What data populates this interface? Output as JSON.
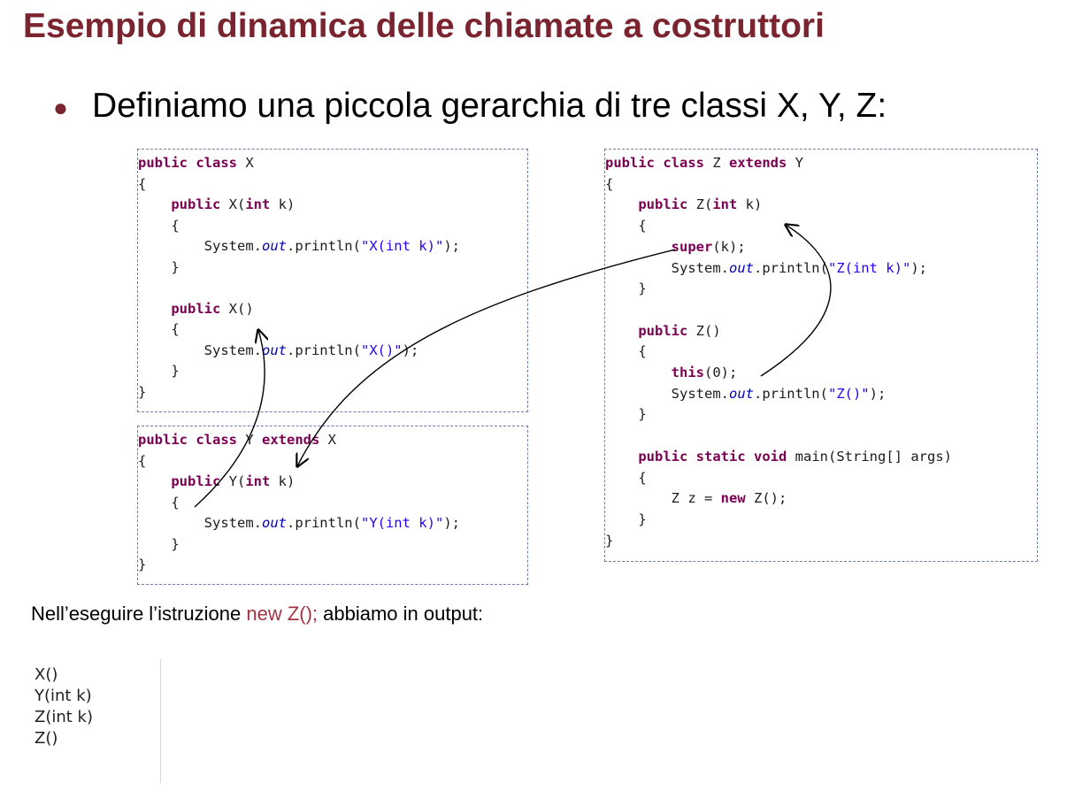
{
  "slide": {
    "title": "Esempio di dinamica delle chiamate a costruttori",
    "bullet": "Definiamo una piccola gerarchia di tre classi X, Y, Z:"
  },
  "class_x": {
    "lines": [
      "public class X",
      "{",
      "    public X(int k)",
      "    {",
      "        System.out.println(\"X(int k)\");",
      "    }",
      "",
      "    public X()",
      "    {",
      "        System.out.println(\"X()\");",
      "    }",
      "}"
    ]
  },
  "class_y": {
    "lines": [
      "public class Y extends X",
      "{",
      "    public Y(int k)",
      "    {",
      "        System.out.println(\"Y(int k)\");",
      "    }",
      "}"
    ]
  },
  "class_z": {
    "lines": [
      "public class Z extends Y",
      "{",
      "    public Z(int k)",
      "    {",
      "        super(k);",
      "        System.out.println(\"Z(int k)\");",
      "    }",
      "",
      "    public Z()",
      "    {",
      "        this(0);",
      "        System.out.println(\"Z()\");",
      "    }",
      "",
      "    public static void main(String[] args)",
      "    {",
      "        Z z = new Z();",
      "    }",
      "}"
    ]
  },
  "output": {
    "intro_before": "Nell’eseguire l’istruzione ",
    "intro_code": "new Z();",
    "intro_after": " abbiamo in output:",
    "lines": [
      "X()",
      "Y(int k)",
      "Z(int k)",
      "Z()"
    ]
  },
  "colors": {
    "title": "#7a2430",
    "keyword": "#7b0052",
    "string": "#2a00ff",
    "field": "#0000c0",
    "box_border": "#6a7fa8",
    "highlight": "#a33543"
  }
}
